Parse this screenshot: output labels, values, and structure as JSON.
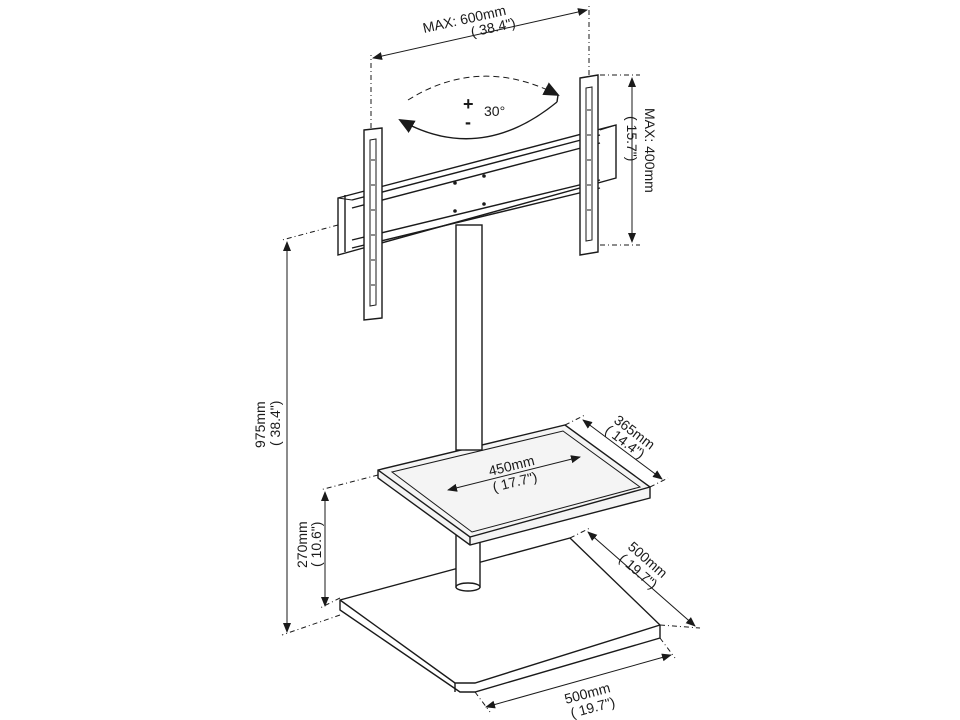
{
  "dimensions": {
    "top_width": {
      "mm": "MAX: 600mm",
      "inch": "( 38.4\")"
    },
    "rotation": {
      "plus": "+",
      "minus": "-",
      "angle": "30°"
    },
    "height_right": {
      "mm": "MAX: 400mm",
      "inch": "( 15.7\")"
    },
    "total_height": {
      "mm": "975mm",
      "inch": "( 38.4\")"
    },
    "shelf_height": {
      "mm": "270mm",
      "inch": "( 10.6\")"
    },
    "shelf_width": {
      "mm": "450mm",
      "inch": "( 17.7\")"
    },
    "shelf_depth": {
      "mm": "365mm",
      "inch": "( 14.4\")"
    },
    "base_depth": {
      "mm": "500mm",
      "inch": "( 19.7\")"
    },
    "base_width": {
      "mm": "500mm",
      "inch": "( 19.7\")"
    }
  }
}
